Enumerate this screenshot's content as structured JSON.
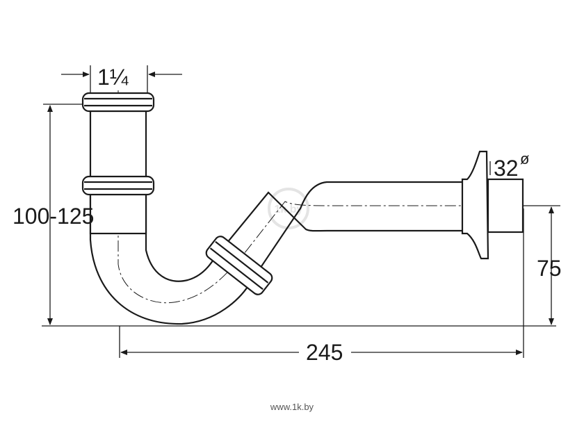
{
  "labels": {
    "top_width": "1¼",
    "height_range": "100-125",
    "outlet_diameter": "32",
    "diameter_symbol": "ø",
    "outlet_height": "75",
    "length": "245",
    "watermark": "1k.by",
    "footer": "www.1k.by"
  },
  "colors": {
    "line": "#1a1a1a",
    "fill": "#ffffff",
    "watermark": "#e4e4e4"
  }
}
